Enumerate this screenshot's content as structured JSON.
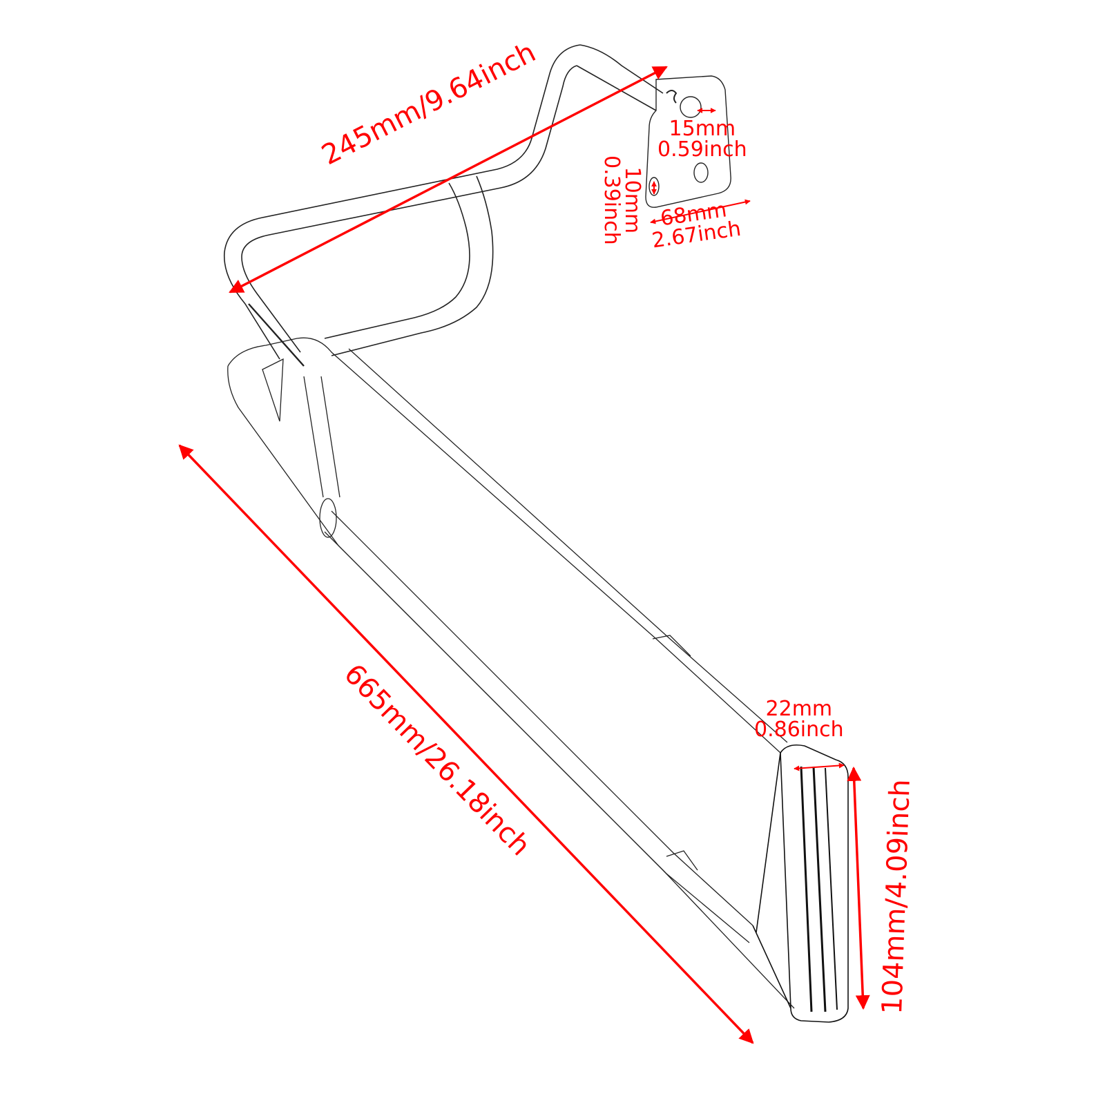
{
  "figure": {
    "type": "product-dimension-diagram",
    "subject": "bracket / guard rail line drawing",
    "colors": {
      "background": "#ffffff",
      "outline": "#1a1a1a",
      "dimension": "#ff0000"
    }
  },
  "dimensions": {
    "top_length": {
      "mm": "245mm",
      "inch": "9.64inch",
      "label": "245mm/9.64inch"
    },
    "hole_diameter": {
      "mm": "15mm",
      "inch": "0.59inch"
    },
    "slot_width": {
      "mm": "10mm",
      "inch": "0.39inch"
    },
    "plate_width": {
      "mm": "68mm",
      "inch": "2.67inch"
    },
    "overall_length": {
      "mm": "665mm",
      "inch": "26.18inch",
      "label": "665mm/26.18inch"
    },
    "tube_diameter": {
      "mm": "22mm",
      "inch": "0.86inch"
    },
    "foot_height": {
      "mm": "104mm",
      "inch": "4.09inch",
      "label": "104mm/4.09inch"
    }
  }
}
